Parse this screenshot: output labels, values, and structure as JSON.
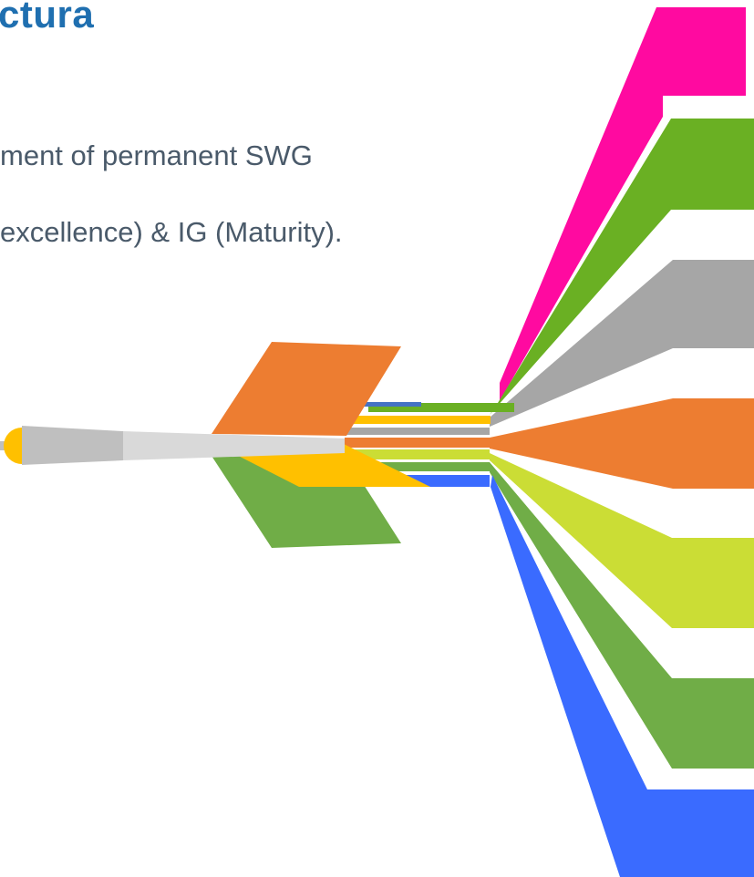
{
  "slide": {
    "title": "ctura",
    "body_lines": [
      "ment of permanent SWG",
      "excellence) & IG (Maturity)."
    ]
  },
  "colors": {
    "title": "#1F6FB0",
    "body_text": "#4A5A6A",
    "magenta": "#FF0AA0",
    "green": "#6AB023",
    "gray": "#A6A6A6",
    "orange": "#ED7D31",
    "lime": "#CBDD35",
    "olive_green": "#70AD47",
    "blue": "#3A6BFF",
    "yellow": "#FFC000",
    "shaft_light": "#D9D9D9",
    "shaft_dark": "#BFBFBF"
  },
  "graphic": {
    "description_icon": "dart-with-ribbon-fan-icon",
    "ribbons": [
      "magenta",
      "green",
      "gray",
      "orange",
      "lime",
      "olive_green",
      "blue"
    ]
  }
}
